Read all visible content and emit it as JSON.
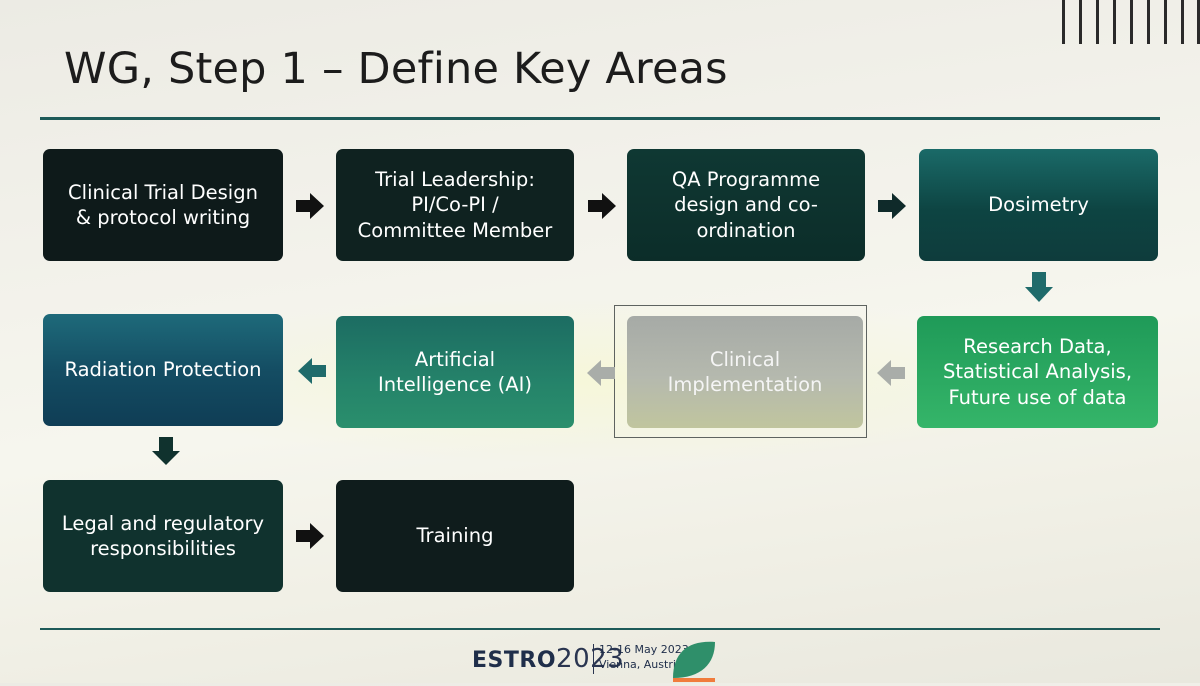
{
  "title": "WG, Step 1 – Define Key Areas",
  "boxes": {
    "trial_design": "Clinical Trial Design\n& protocol writing",
    "leadership": "Trial Leadership:\nPI/Co-PI /\nCommittee Member",
    "qa": "QA Programme\ndesign and co-\nordination",
    "dosimetry": "Dosimetry",
    "research": "Research Data,\nStatistical Analysis,\nFuture use of data",
    "clinical": "Clinical\nImplementation",
    "ai": "Artificial\nIntelligence (AI)",
    "radiation": "Radiation Protection",
    "legal": "Legal and regulatory\nresponsibilities",
    "training": "Training"
  },
  "logo": {
    "brand_left": "EST",
    "brand_right": "RO",
    "year": "2023",
    "dates": "12-16 May 2023",
    "place": "Vienna, Austria"
  },
  "colors": {
    "title": "#1c1c1c",
    "rule": "#1d5a58",
    "arrow_dark": "#111111",
    "arrow_teal": "#1f6b6b",
    "arrow_grey": "#a9ada9",
    "logo_orange": "#f07c3c",
    "logo_green": "#2f8f6a"
  },
  "icons": {
    "flow_arrow": "block-arrow",
    "logo_mark": "leaf-shape"
  }
}
